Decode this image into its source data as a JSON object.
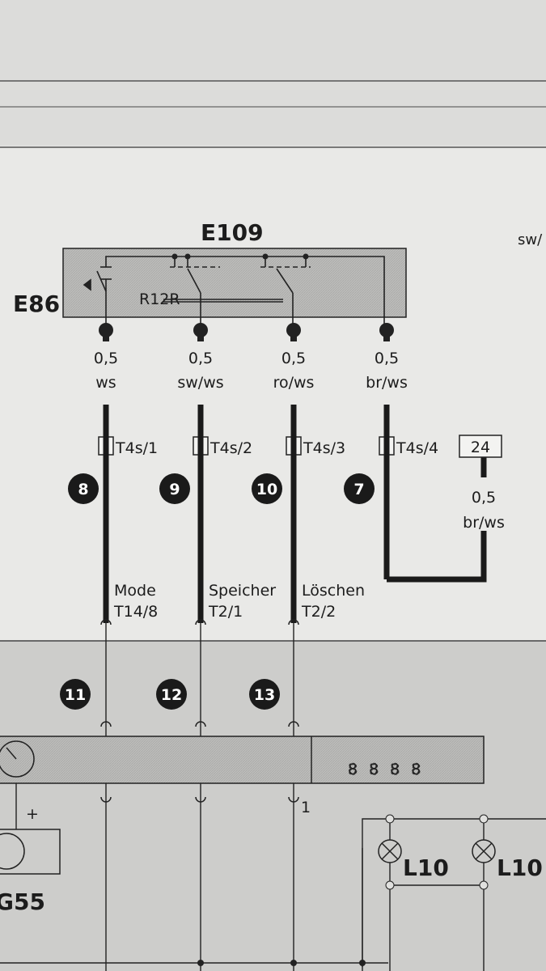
{
  "components": {
    "switch_unit": "E109",
    "switch": "E86",
    "resistor": "R12R",
    "sensor": "G55",
    "lamp_1": "L10",
    "lamp_2": "L10",
    "stray_label": "sw/"
  },
  "wires": [
    {
      "gauge": "0,5",
      "color": "ws",
      "connector": "T4s/1",
      "marker": "8",
      "function": "Mode",
      "pin": "T14/8",
      "lower_marker": "11"
    },
    {
      "gauge": "0,5",
      "color": "sw/ws",
      "connector": "T4s/2",
      "marker": "9",
      "function": "Speicher",
      "pin": "T2/1",
      "lower_marker": "12"
    },
    {
      "gauge": "0,5",
      "color": "ro/ws",
      "connector": "T4s/3",
      "marker": "10",
      "function": "Löschen",
      "pin": "T2/2",
      "lower_marker": "13"
    },
    {
      "gauge": "0,5",
      "color": "br/ws",
      "connector": "T4s/4",
      "marker": "7"
    }
  ],
  "ground_ref": {
    "box": "24",
    "gauge": "0,5",
    "color": "br/ws"
  },
  "display": {
    "digits": "8888"
  },
  "ground_symbol": "1",
  "plus_sign": "+"
}
